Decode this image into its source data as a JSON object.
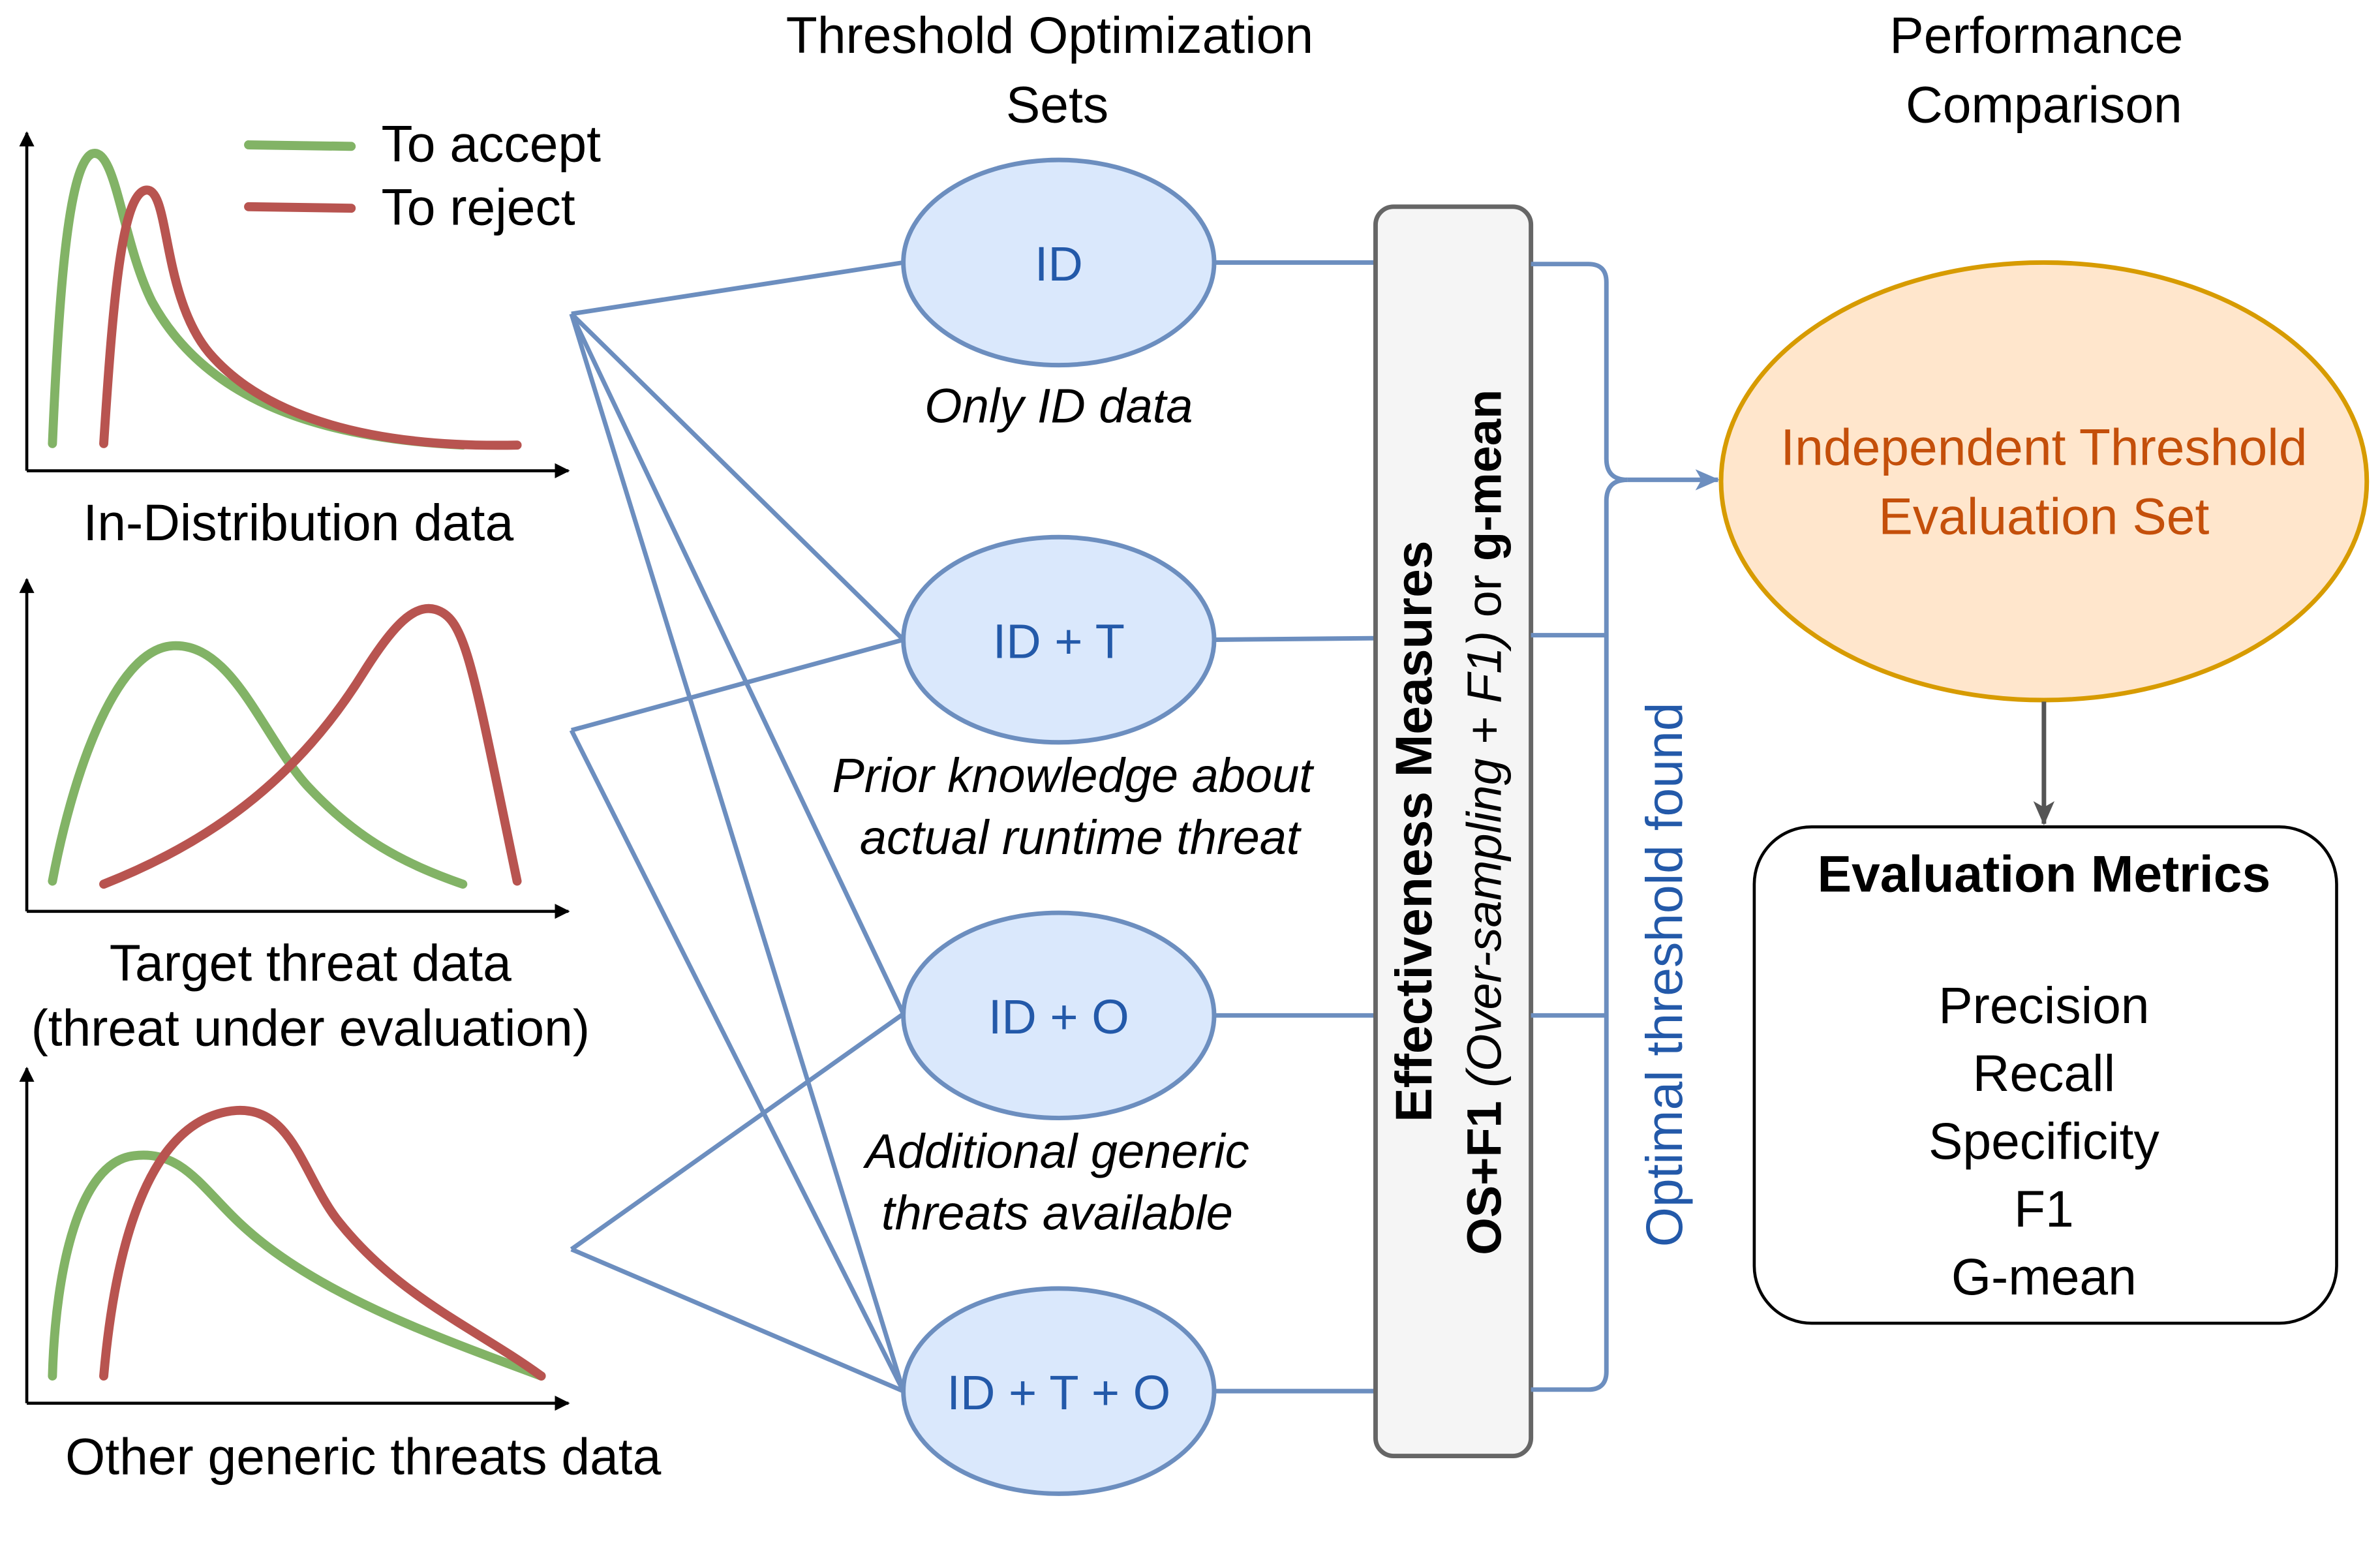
{
  "headers": {
    "threshold_sets_line1": "Threshold Optimization",
    "threshold_sets_line2": "Sets",
    "performance_line1": "Performance",
    "performance_line2": "Comparison"
  },
  "legend": {
    "accept": "To accept",
    "reject": "To reject",
    "accept_color": "#82b366",
    "reject_color": "#b85450"
  },
  "data_sources": {
    "in_distribution": "In-Distribution data",
    "target_line1": "Target threat data",
    "target_line2": "(threat under evaluation)",
    "other_generic": "Other generic threats data"
  },
  "sets": {
    "id": {
      "label": "ID",
      "caption": "Only ID data"
    },
    "id_t": {
      "label": "ID + T",
      "caption_line1": "Prior knowledge about",
      "caption_line2": "actual runtime threat"
    },
    "id_o": {
      "label": "ID + O",
      "caption_line1": "Additional generic",
      "caption_line2": "threats available"
    },
    "id_t_o": {
      "label": "ID + T + O"
    }
  },
  "effectiveness": {
    "title": "Effectiveness Measures",
    "os_f1": "OS+F1",
    "os_f1_detail": "(Over-sampling + F1)",
    "or_word": "or",
    "gmean": "g-mean"
  },
  "optimal_label": "Optimal threshold found",
  "evaluation_set": {
    "line1": "Independent Threshold",
    "line2": "Evaluation Set"
  },
  "metrics": {
    "title": "Evaluation Metrics",
    "items": [
      "Precision",
      "Recall",
      "Specificity",
      "F1",
      "G-mean"
    ]
  },
  "colors": {
    "connector_blue": "#6c8ebf",
    "set_fill": "#dae8fc",
    "eval_fill": "#ffe6cc",
    "eval_stroke": "#d79b00",
    "text_blue": "#2359a9",
    "text_orange": "#c44f0a"
  }
}
